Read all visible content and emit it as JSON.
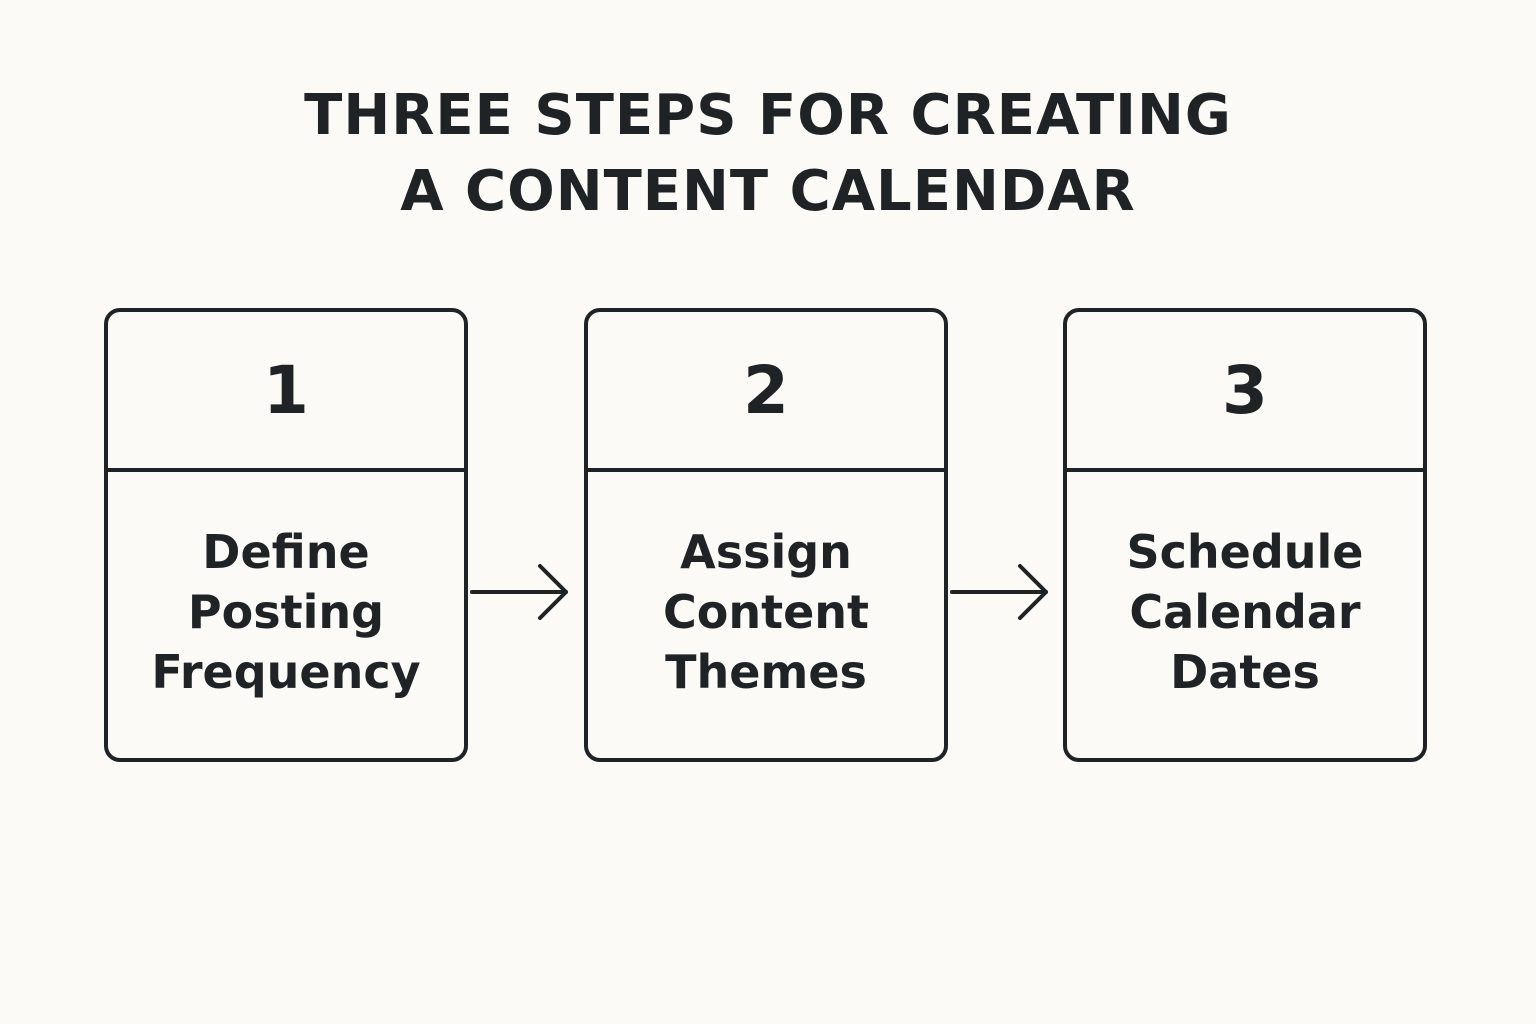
{
  "title": {
    "line1": "THREE STEPS FOR CREATING",
    "line2": "A CONTENT CALENDAR"
  },
  "steps": [
    {
      "number": "1",
      "label_lines": [
        "Define",
        "Posting",
        "Frequency"
      ]
    },
    {
      "number": "2",
      "label_lines": [
        "Assign",
        "Content",
        "Themes"
      ]
    },
    {
      "number": "3",
      "label_lines": [
        "Schedule",
        "Calendar",
        "Dates"
      ]
    }
  ],
  "colors": {
    "background": "#fbfaf7",
    "ink": "#1f2326"
  }
}
